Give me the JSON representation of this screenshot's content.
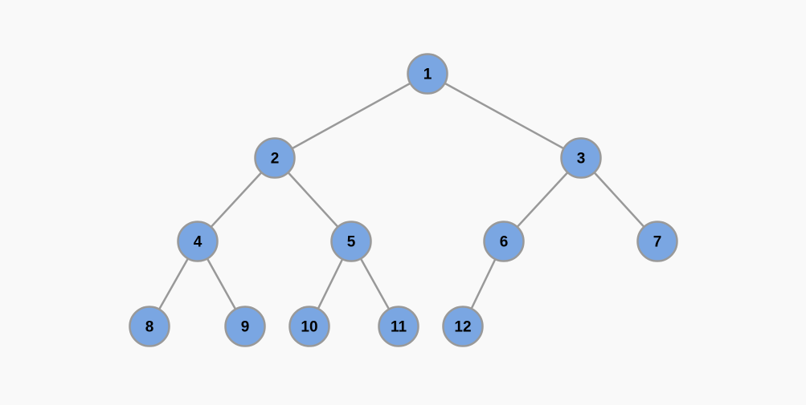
{
  "tree": {
    "nodes": [
      {
        "id": "1"
      },
      {
        "id": "2"
      },
      {
        "id": "3"
      },
      {
        "id": "4"
      },
      {
        "id": "5"
      },
      {
        "id": "6"
      },
      {
        "id": "7"
      },
      {
        "id": "8"
      },
      {
        "id": "9"
      },
      {
        "id": "10"
      },
      {
        "id": "11"
      },
      {
        "id": "12"
      }
    ],
    "edges": [
      {
        "from": "1",
        "to": "2"
      },
      {
        "from": "1",
        "to": "3"
      },
      {
        "from": "2",
        "to": "4"
      },
      {
        "from": "2",
        "to": "5"
      },
      {
        "from": "3",
        "to": "6"
      },
      {
        "from": "3",
        "to": "7"
      },
      {
        "from": "4",
        "to": "8"
      },
      {
        "from": "4",
        "to": "9"
      },
      {
        "from": "5",
        "to": "10"
      },
      {
        "from": "5",
        "to": "11"
      },
      {
        "from": "6",
        "to": "12"
      }
    ]
  },
  "colors": {
    "background": "#f9f9f9",
    "node_fill": "#7aa6e2",
    "node_stroke": "#999999",
    "edge": "#999999",
    "label": "#000000"
  }
}
